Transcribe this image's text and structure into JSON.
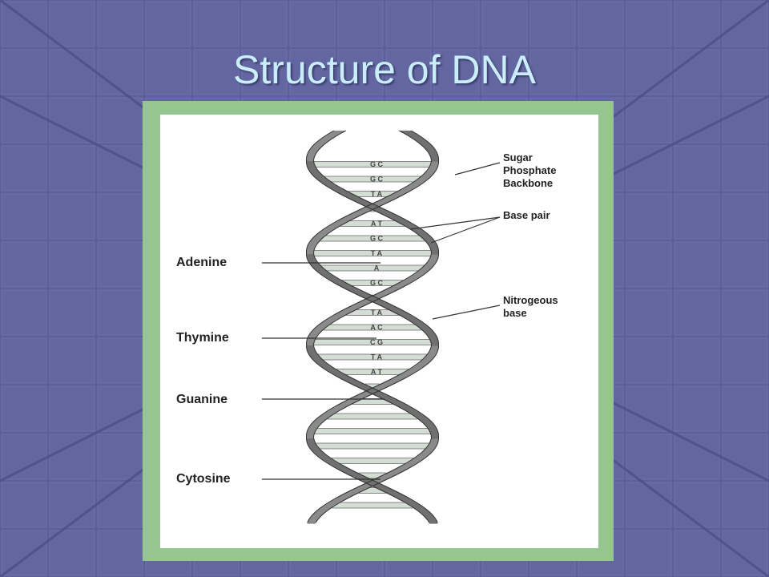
{
  "slide": {
    "title": "Structure of DNA"
  },
  "colors": {
    "background": "#5d5f9b",
    "title": "#c9eefa",
    "frame": "#96c68f",
    "panel": "#ffffff",
    "strand": "#707070",
    "rung": "#d4ddd4"
  },
  "diagram": {
    "left_labels": [
      "Adenine",
      "Thymine",
      "Guanine",
      "Cytosine"
    ],
    "right_labels": [
      [
        "Sugar",
        "Phosphate",
        "Backbone"
      ],
      [
        "Base pair"
      ],
      [
        "Nitrogeous",
        "base"
      ]
    ],
    "pair_labels": [
      "G C",
      "G C",
      "T A",
      "A T",
      "G C",
      "T A",
      "A",
      "G C",
      "T A",
      "A C",
      "C G",
      "T A",
      "A T"
    ]
  }
}
